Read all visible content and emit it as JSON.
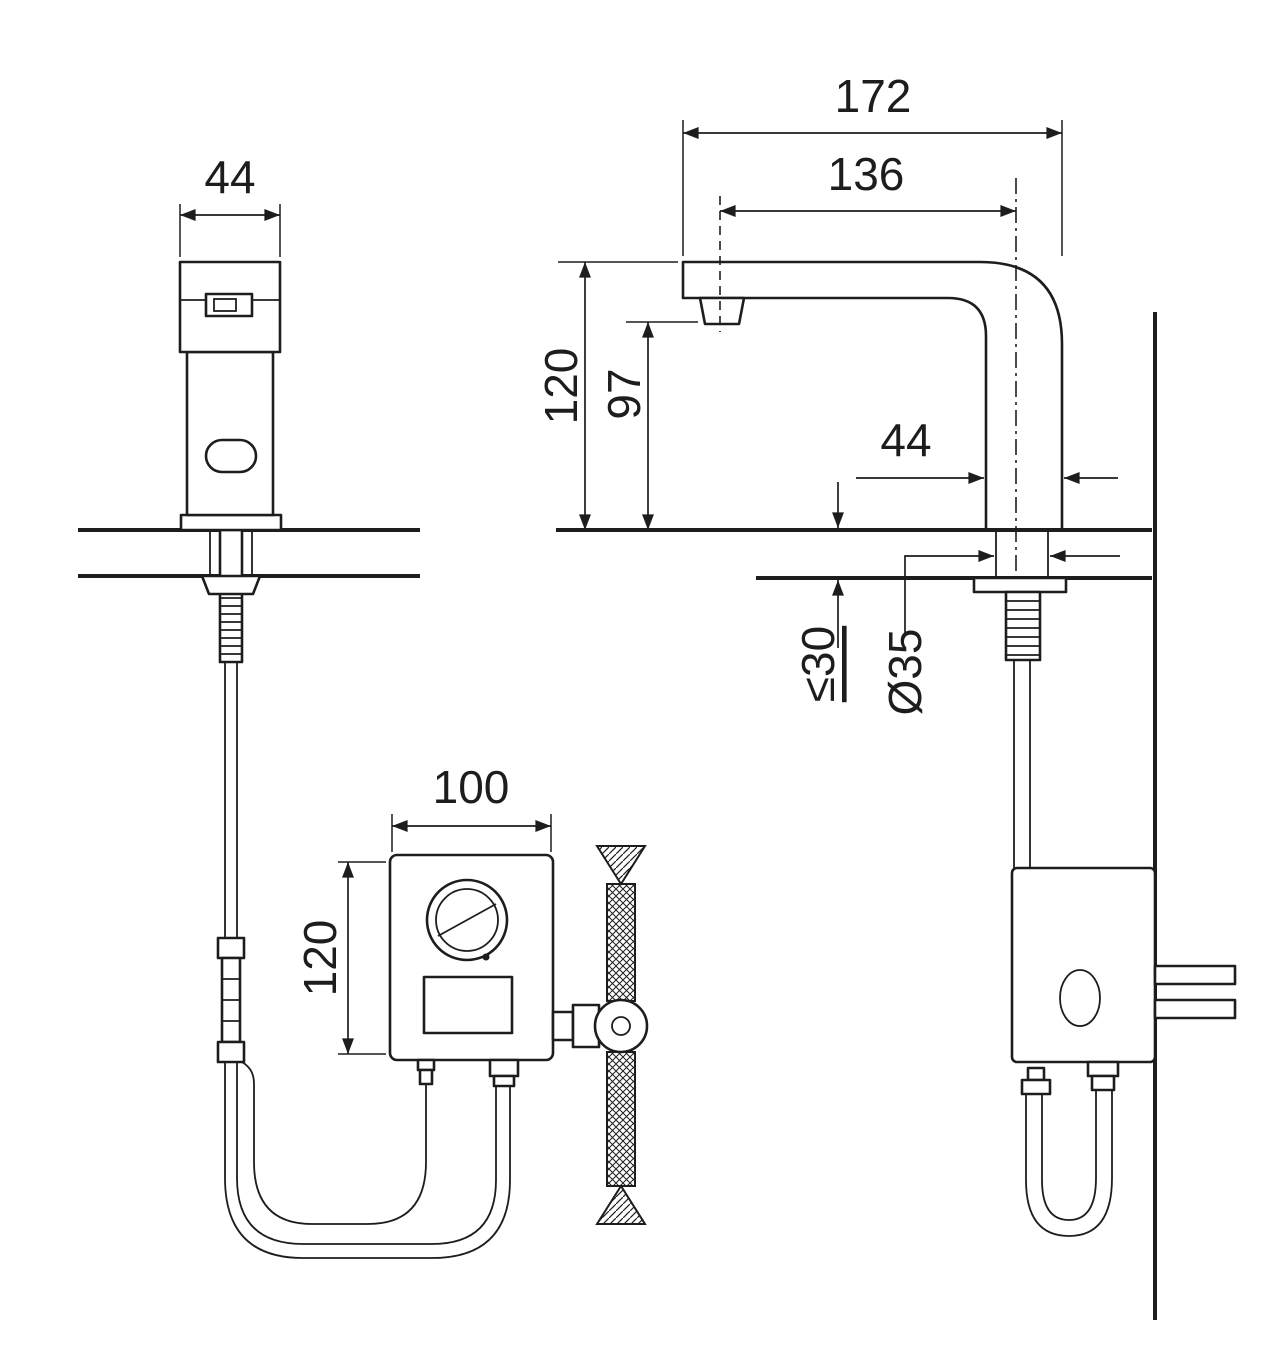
{
  "colors": {
    "ink": "#1d1d1b",
    "background": "#ffffff"
  },
  "front_view": {
    "faucet_width": "44",
    "control_box_width": "100",
    "control_box_height": "120"
  },
  "side_view": {
    "total_reach": "172",
    "spout_reach": "136",
    "faucet_height": "120",
    "outlet_height": "97",
    "body_depth": "44",
    "deck_thickness": "≤30",
    "hole_diameter": "Ø35"
  }
}
